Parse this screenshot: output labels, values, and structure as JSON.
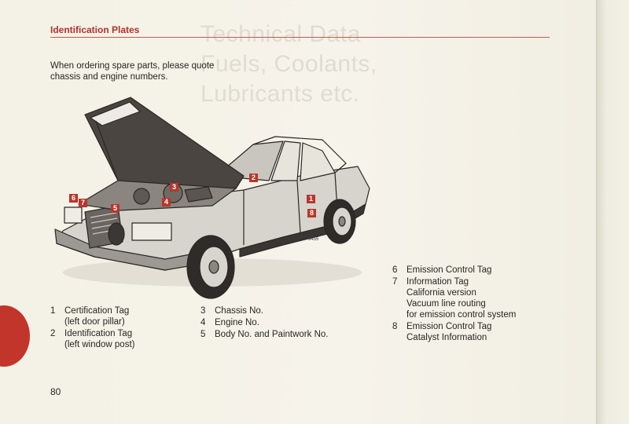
{
  "section_title": "Identification Plates",
  "intro_text": "When ordering spare parts, please quote chassis and engine numbers.",
  "page_number": "80",
  "figure_code": "9455",
  "background_text": [
    "Technical Data",
    "Fuels, Coolants,",
    "Lubricants etc."
  ],
  "colors": {
    "accent": "#b5302a",
    "tab_marker": "#c2352a"
  },
  "callouts": [
    "1",
    "2",
    "3",
    "4",
    "5",
    "6",
    "7",
    "8"
  ],
  "legend_left": [
    {
      "num": "1",
      "lines": [
        "Certification Tag",
        "(left door pillar)"
      ]
    },
    {
      "num": "2",
      "lines": [
        "Identification Tag",
        "(left window post)"
      ]
    }
  ],
  "legend_middle": [
    {
      "num": "3",
      "lines": [
        "Chassis No."
      ]
    },
    {
      "num": "4",
      "lines": [
        "Engine No."
      ]
    },
    {
      "num": "5",
      "lines": [
        "Body No. and Paintwork No."
      ]
    }
  ],
  "legend_right": [
    {
      "num": "6",
      "lines": [
        "Emission Control Tag"
      ]
    },
    {
      "num": "7",
      "lines": [
        "Information Tag",
        "California version",
        "Vacuum line routing",
        "for emission control system"
      ]
    },
    {
      "num": "8",
      "lines": [
        "Emission Control Tag",
        "Catalyst Information"
      ]
    }
  ]
}
